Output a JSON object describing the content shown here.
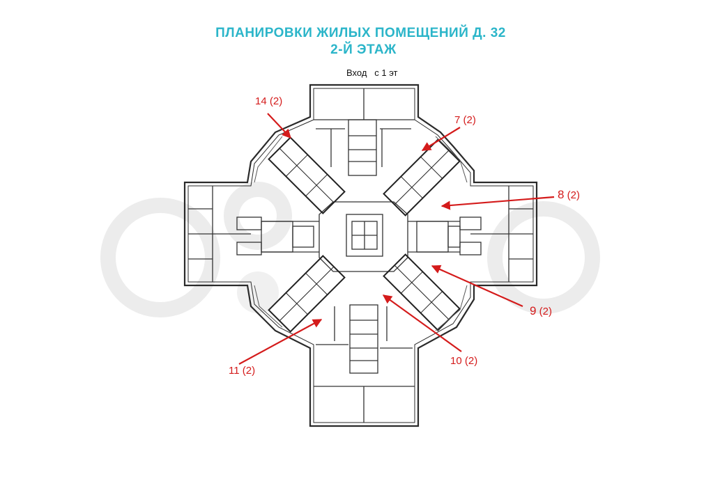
{
  "header": {
    "title_line1": "ПЛАНИРОВКИ   ЖИЛЫХ ПОМЕЩЕНИЙ  Д. 32",
    "title_line2": "2-Й ЭТАЖ",
    "title_color": "#2bb5c9"
  },
  "entrance_label": "Вход   с 1 эт",
  "apartments": [
    {
      "id": "apt-14",
      "number": "14",
      "suffix": "(2)"
    },
    {
      "id": "apt-7",
      "number": "7",
      "suffix": "(2)"
    },
    {
      "id": "apt-8",
      "number": "8",
      "suffix": "(2)"
    },
    {
      "id": "apt-9",
      "number": "9",
      "suffix": "(2)"
    },
    {
      "id": "apt-10",
      "number": "10",
      "suffix": "(2)"
    },
    {
      "id": "apt-11",
      "number": "11",
      "suffix": "(2)"
    }
  ],
  "colors": {
    "accent_arrow": "#d41b1b",
    "walls": "#2a2a2a",
    "watermark": "#ebebeb"
  },
  "watermark": {
    "icon": "avito-logo"
  }
}
